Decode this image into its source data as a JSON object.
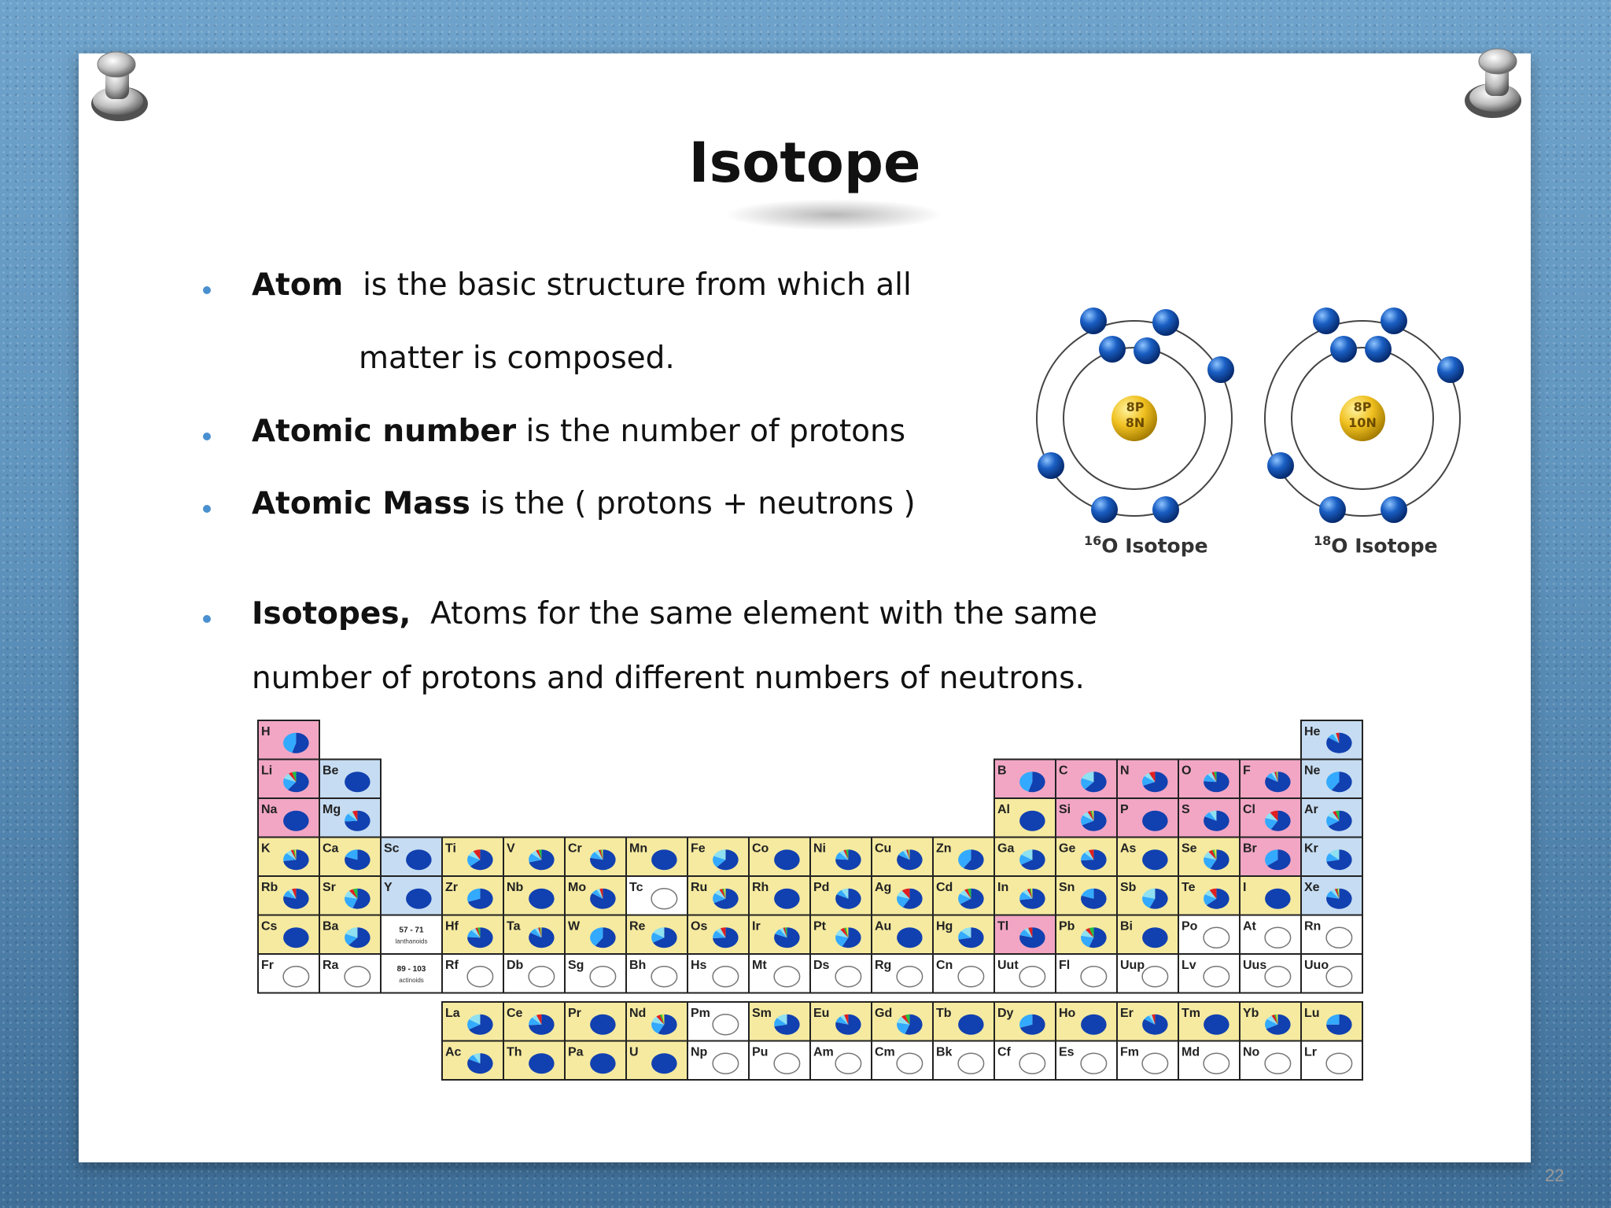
{
  "slide": {
    "title": "Isotope",
    "page_number": "22"
  },
  "bullets": [
    {
      "term": "Atom",
      "rest": "is the basic structure from which all",
      "cont": "matter is composed."
    },
    {
      "term": "Atomic number",
      "rest": "is the number of protons"
    },
    {
      "term": "Atomic Mass",
      "rest": "is the ( protons + neutrons )"
    },
    {
      "term": "Isotopes,",
      "rest": "Atoms for the same element with the same",
      "cont": "number of protons and different numbers of neutrons."
    }
  ],
  "isotope_figure": {
    "left": {
      "nucleus_top": "8P",
      "nucleus_bottom": "8N",
      "mass": "16",
      "label": "O Isotope"
    },
    "right": {
      "nucleus_top": "8P",
      "nucleus_bottom": "10N",
      "mass": "18",
      "label": "O Isotope"
    }
  },
  "periodic_table": {
    "colors": {
      "pink": "#f2a6c4",
      "yellow": "#f5eaa0",
      "blue": "#c6dcf2",
      "white": "#ffffff",
      "pie_blue": "#1140b0"
    },
    "rows": [
      [
        "H",
        "",
        "",
        "",
        "",
        "",
        "",
        "",
        "",
        "",
        "",
        "",
        "",
        "",
        "",
        "",
        "",
        "He"
      ],
      [
        "Li",
        "Be",
        "",
        "",
        "",
        "",
        "",
        "",
        "",
        "",
        "",
        "",
        "B",
        "C",
        "N",
        "O",
        "F",
        "Ne"
      ],
      [
        "Na",
        "Mg",
        "",
        "",
        "",
        "",
        "",
        "",
        "",
        "",
        "",
        "",
        "Al",
        "Si",
        "P",
        "S",
        "Cl",
        "Ar"
      ],
      [
        "K",
        "Ca",
        "Sc",
        "Ti",
        "V",
        "Cr",
        "Mn",
        "Fe",
        "Co",
        "Ni",
        "Cu",
        "Zn",
        "Ga",
        "Ge",
        "As",
        "Se",
        "Br",
        "Kr"
      ],
      [
        "Rb",
        "Sr",
        "Y",
        "Zr",
        "Nb",
        "Mo",
        "Tc",
        "Ru",
        "Rh",
        "Pd",
        "Ag",
        "Cd",
        "In",
        "Sn",
        "Sb",
        "Te",
        "I",
        "Xe"
      ],
      [
        "Cs",
        "Ba",
        "57 - 71",
        "Hf",
        "Ta",
        "W",
        "Re",
        "Os",
        "Ir",
        "Pt",
        "Au",
        "Hg",
        "Tl",
        "Pb",
        "Bi",
        "Po",
        "At",
        "Rn"
      ],
      [
        "Fr",
        "Ra",
        "89 - 103",
        "Rf",
        "Db",
        "Sg",
        "Bh",
        "Hs",
        "Mt",
        "Ds",
        "Rg",
        "Cn",
        "Uut",
        "Fl",
        "Uup",
        "Lv",
        "Uus",
        "Uuo"
      ]
    ],
    "f_rows": [
      [
        "La",
        "Ce",
        "Pr",
        "Nd",
        "Pm",
        "Sm",
        "Eu",
        "Gd",
        "Tb",
        "Dy",
        "Ho",
        "Er",
        "Tm",
        "Yb",
        "Lu"
      ],
      [
        "Ac",
        "Th",
        "Pa",
        "U",
        "Np",
        "Pu",
        "Am",
        "Cm",
        "Bk",
        "Cf",
        "Es",
        "Fm",
        "Md",
        "No",
        "Lr"
      ]
    ],
    "sub_labels": {
      "57 - 71": "lanthanoids",
      "89 - 103": "actinoids"
    }
  }
}
